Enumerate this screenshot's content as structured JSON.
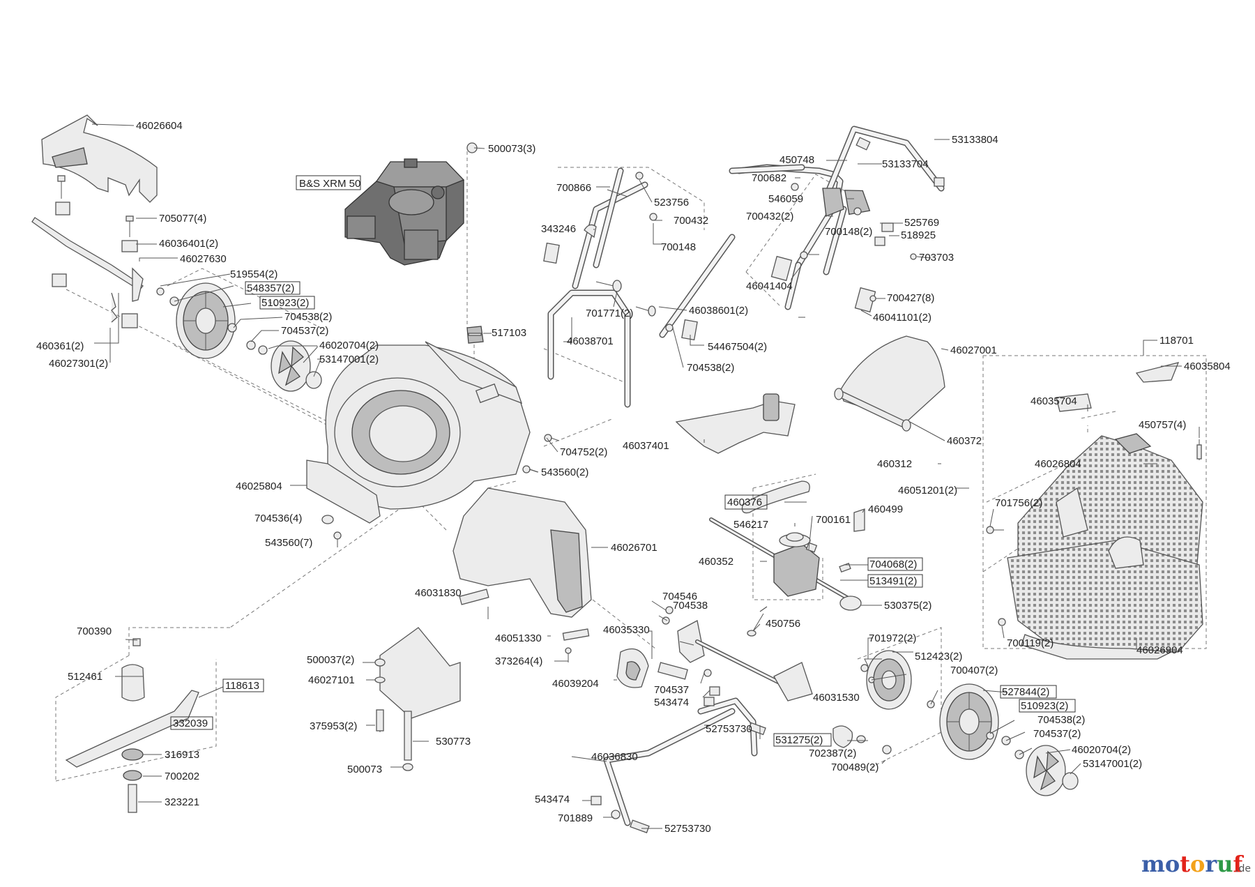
{
  "engine_label": "B&S XRM 50",
  "watermark": {
    "brand": "motoruf",
    "tld": ".de",
    "brand_colors": [
      "#3b5fa8",
      "#e2231a",
      "#f3a21a",
      "#2e9a47"
    ]
  },
  "labels": [
    "46026604",
    "705077(4)",
    "46036401(2)",
    "46027630",
    "519554(2)",
    "548357(2)",
    "510923(2)",
    "704538(2)",
    "704537(2)",
    "46020704(2)",
    "53147001(2)",
    "460361(2)",
    "46027301(2)",
    "500073(3)",
    "517103",
    "46025804",
    "704536(4)",
    "543560(7)",
    "704752(2)",
    "543560(2)",
    "46026701",
    "46031830",
    "46051330",
    "373264(4)",
    "700390",
    "512461",
    "118613",
    "332039",
    "316913",
    "700202",
    "323221",
    "500037(2)",
    "46027101",
    "375953(2)",
    "530773",
    "500073",
    "700866",
    "523756",
    "700432",
    "343246",
    "700148",
    "701771(2)",
    "46038701",
    "46038601(2)",
    "54467504(2)",
    "704538(2)",
    "46037401",
    "450748",
    "53133804",
    "53133704",
    "700682",
    "546059",
    "700432(2)",
    "700148(2)",
    "525769",
    "518925",
    "703703",
    "46041404",
    "700427(8)",
    "46041101(2)",
    "46027001",
    "460372",
    "460312",
    "46051201(2)",
    "460376",
    "546217",
    "700161",
    "460499",
    "460352",
    "704068(2)",
    "513491(2)",
    "530375(2)",
    "450756",
    "704546",
    "704538",
    "46035330",
    "46039204",
    "704537",
    "543474",
    "52753730",
    "46031530",
    "531275(2)",
    "702387(2)",
    "700489(2)",
    "46036830",
    "543474",
    "701889",
    "52753730",
    "701972(2)",
    "512423(2)",
    "700407(2)",
    "527844(2)",
    "510923(2)",
    "704538(2)",
    "704537(2)",
    "46020704(2)",
    "53147001(2)",
    "118701",
    "46035804",
    "46035704",
    "450757(4)",
    "46026804",
    "701756(2)",
    "700119(2)",
    "46026904"
  ]
}
